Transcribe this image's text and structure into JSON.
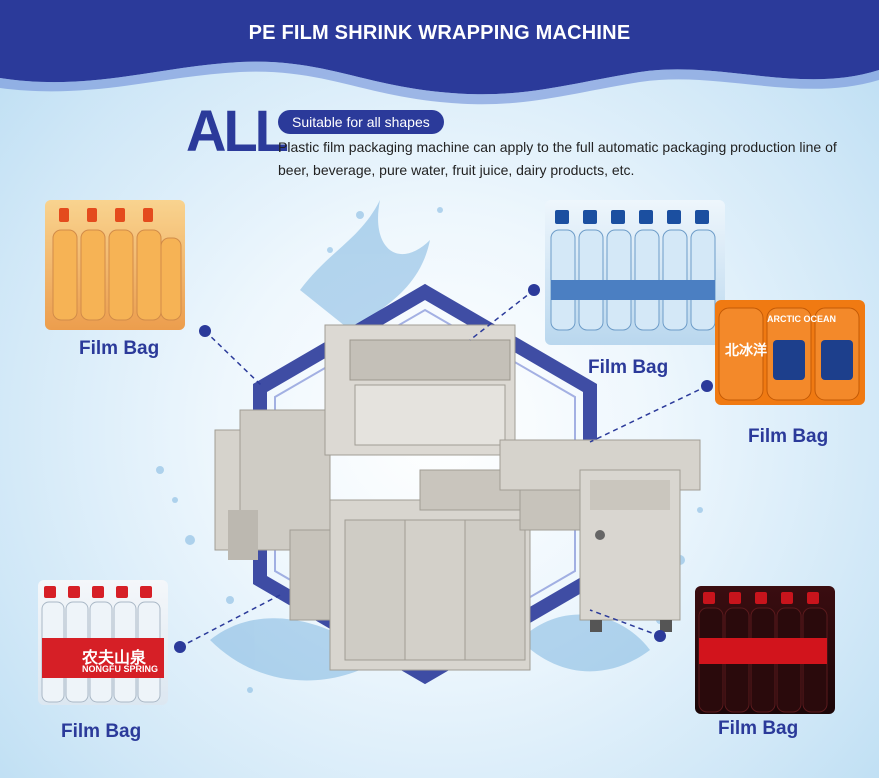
{
  "header": {
    "title": "PE FILM SHRINK WRAPPING MACHINE"
  },
  "intro": {
    "big_word": "ALL",
    "pill": "Suitable for all shapes",
    "description": "Plastic film packaging machine can apply to the full automatic packaging production line of beer, beverage, pure water, fruit juice, dairy products, etc."
  },
  "products": [
    {
      "label": "Film Bag",
      "icon": "orange-juice-bottle-pack-image"
    },
    {
      "label": "Film Bag",
      "icon": "water-bottle-pack-image"
    },
    {
      "label": "Film Bag",
      "icon": "soda-can-pack-image"
    },
    {
      "label": "Film Bag",
      "icon": "spring-water-bottle-pack-image"
    },
    {
      "label": "Film Bag",
      "icon": "cola-bottle-pack-image"
    }
  ],
  "can_pack": {
    "brand_text": "北冰洋",
    "sub_text": "ARCTIC OCEAN"
  },
  "spring_pack": {
    "brand_text": "农夫山泉",
    "sub_text": "NONGFU SPRING"
  },
  "colors": {
    "accent": "#2b3a9a",
    "header": "#2b3a9a"
  }
}
